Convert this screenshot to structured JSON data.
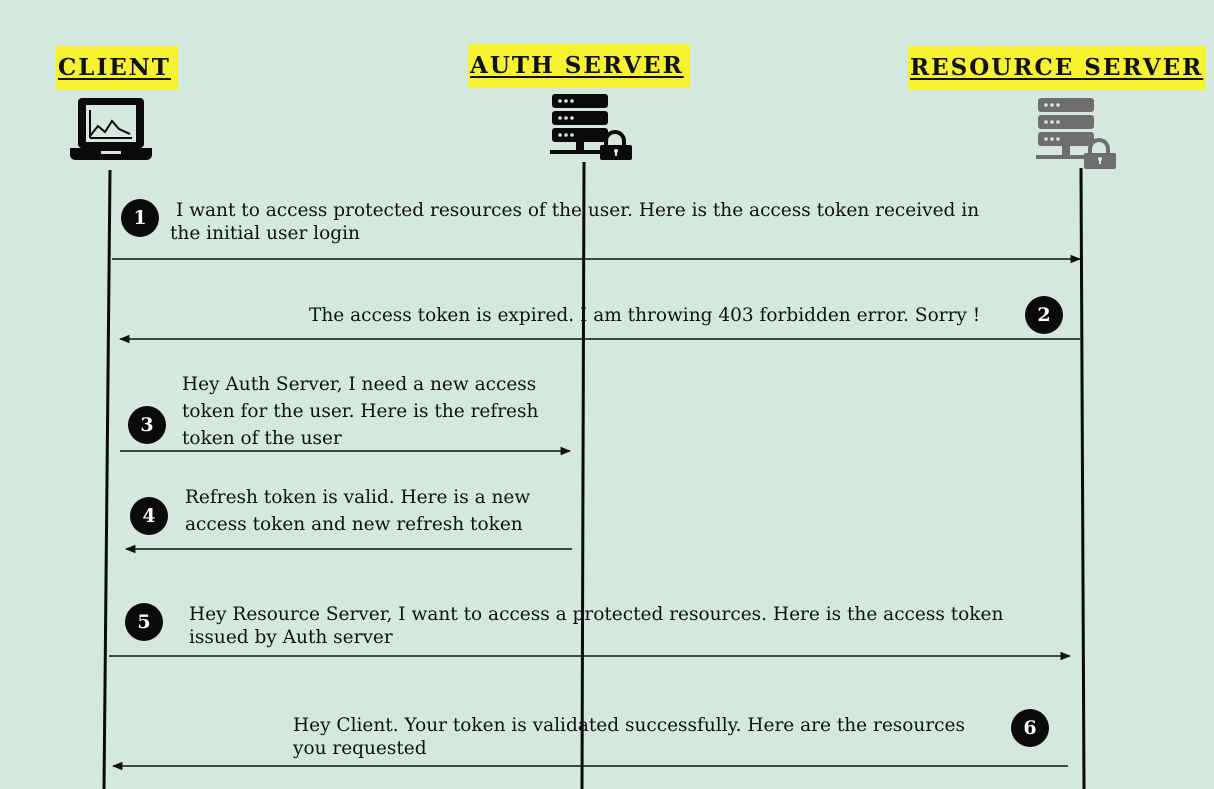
{
  "actors": {
    "client": "CLIENT",
    "auth_server": "AUTH SERVER",
    "resource_server": "RESOURCE SERVER"
  },
  "icons": {
    "client": "laptop-chart-icon",
    "auth_server": "server-lock-icon",
    "resource_server": "server-lock-icon"
  },
  "steps": [
    {
      "number": "1",
      "lines": [
        "I want to access protected resources of  the user. Here is the access token received in",
        "the initial user login"
      ]
    },
    {
      "number": "2",
      "lines": [
        "The access token is expired. I am throwing 403 forbidden error. Sorry !"
      ]
    },
    {
      "number": "3",
      "lines": [
        "Hey Auth Server, I need a new access",
        "token for the user. Here is the refresh",
        "token of  the user"
      ]
    },
    {
      "number": "4",
      "lines": [
        "Refresh token is valid. Here is a new",
        "access token and new refresh token"
      ]
    },
    {
      "number": "5",
      "lines": [
        "Hey Resource Server,  I want to access a protected resources. Here is the access token",
        "issued by Auth server"
      ]
    },
    {
      "number": "6",
      "lines": [
        "Hey Client. Your token is validated successfully. Here are the resources",
        "you requested"
      ]
    }
  ],
  "colors": {
    "background": "#d4e8de",
    "label_highlight": "#f6f232",
    "ink": "#111111",
    "server_gray": "#6e6e6e"
  }
}
